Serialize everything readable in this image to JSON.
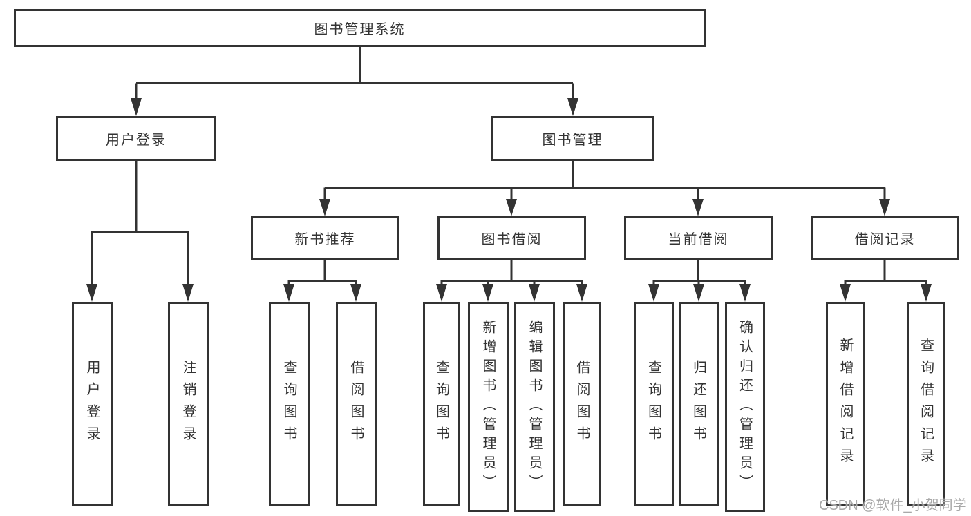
{
  "diagram_title": "图书管理系统",
  "nodes": {
    "root": "图书管理系统",
    "user_login": "用户登录",
    "book_management": "图书管理",
    "new_book_recommend": "新书推荐",
    "book_borrowing": "图书借阅",
    "current_borrowing": "当前借阅",
    "borrowing_records": "借阅记录",
    "leaf_user_login": "用户登录",
    "leaf_logout": "注销登录",
    "leaf_rec_query_books": "查询图书",
    "leaf_rec_borrow_books": "借阅图书",
    "leaf_bb_query_books": "查询图书",
    "leaf_bb_add_books": "新增图书（管理员）",
    "leaf_bb_edit_books": "编辑图书（管理员）",
    "leaf_bb_borrow_books": "借阅图书",
    "leaf_cb_query_books": "查询图书",
    "leaf_cb_return_books": "归还图书",
    "leaf_cb_confirm_return": "确认归还（管理员）",
    "leaf_br_add_record": "新增借阅记录",
    "leaf_br_query_record": "查询借阅记录"
  },
  "tree": {
    "图书管理系统": {
      "用户登录": [
        "用户登录",
        "注销登录"
      ],
      "图书管理": {
        "新书推荐": [
          "查询图书",
          "借阅图书"
        ],
        "图书借阅": [
          "查询图书",
          "新增图书（管理员）",
          "编辑图书（管理员）",
          "借阅图书"
        ],
        "当前借阅": [
          "查询图书",
          "归还图书",
          "确认归还（管理员）"
        ],
        "借阅记录": [
          "新增借阅记录",
          "查询借阅记录"
        ]
      }
    }
  },
  "watermark": "CSDN @软件_小贺同学",
  "colors": {
    "line": "#333333",
    "text": "#333333",
    "watermark": "#a9a9a9",
    "background": "#ffffff"
  }
}
